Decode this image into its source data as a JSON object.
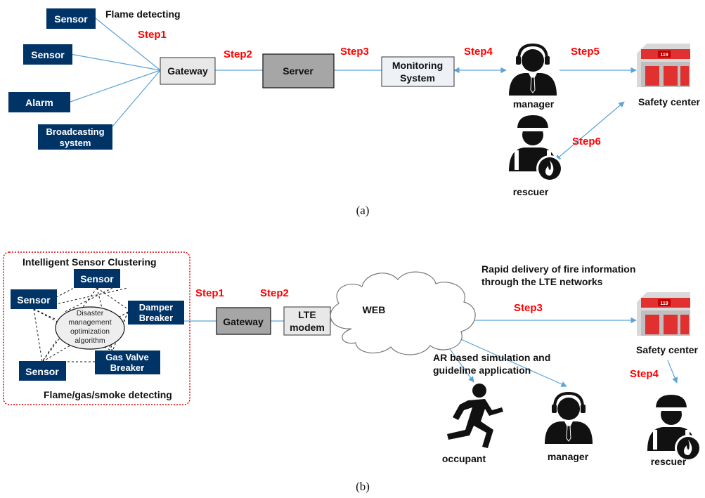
{
  "colors": {
    "navy_box": "#003366",
    "box_text": "#ffffff",
    "gray_box": "#a6a6a6",
    "light_box": "#e8e8e8",
    "arrow": "#5ba3d9",
    "step": "#ff0000",
    "dotted_border": "#e00000",
    "icon": "#111111",
    "cloud_stroke": "#777777"
  },
  "diagram_a": {
    "caption": "(a)",
    "flame_detecting": "Flame detecting",
    "sensor_1": "Sensor",
    "sensor_2": "Sensor",
    "alarm": "Alarm",
    "broadcasting_line1": "Broadcasting",
    "broadcasting_line2": "system",
    "gateway": "Gateway",
    "server": "Server",
    "monitoring_line1": "Monitoring",
    "monitoring_line2": "System",
    "manager": "manager",
    "safety_center": "Safety center",
    "rescuer": "rescuer",
    "step1": "Step1",
    "step2": "Step2",
    "step3": "Step3",
    "step4": "Step4",
    "step5": "Step5",
    "step6": "Step6",
    "building_number": "119"
  },
  "diagram_b": {
    "caption": "(b)",
    "cluster_title": "Intelligent Sensor Clustering",
    "cluster_footer": "Flame/gas/smoke detecting",
    "sensor_top": "Sensor",
    "sensor_left": "Sensor",
    "sensor_bottom": "Sensor",
    "damper_line1": "Damper",
    "damper_line2": "Breaker",
    "gasvalve_line1": "Gas Valve",
    "gasvalve_line2": "Breaker",
    "algo_line1": "Disaster",
    "algo_line2": "management",
    "algo_line3": "optimization",
    "algo_line4": "algorithm",
    "gateway": "Gateway",
    "lte_line1": "LTE",
    "lte_line2": "modem",
    "web": "WEB",
    "rapid_line1": "Rapid delivery of fire information",
    "rapid_line2": "through the LTE networks",
    "ar_line1": "AR based simulation and",
    "ar_line2": "guideline application",
    "occupant": "occupant",
    "manager": "manager",
    "safety_center": "Safety center",
    "rescuer": "rescuer",
    "step1": "Step1",
    "step2": "Step2",
    "step3": "Step3",
    "step4": "Step4",
    "building_number": "119"
  }
}
